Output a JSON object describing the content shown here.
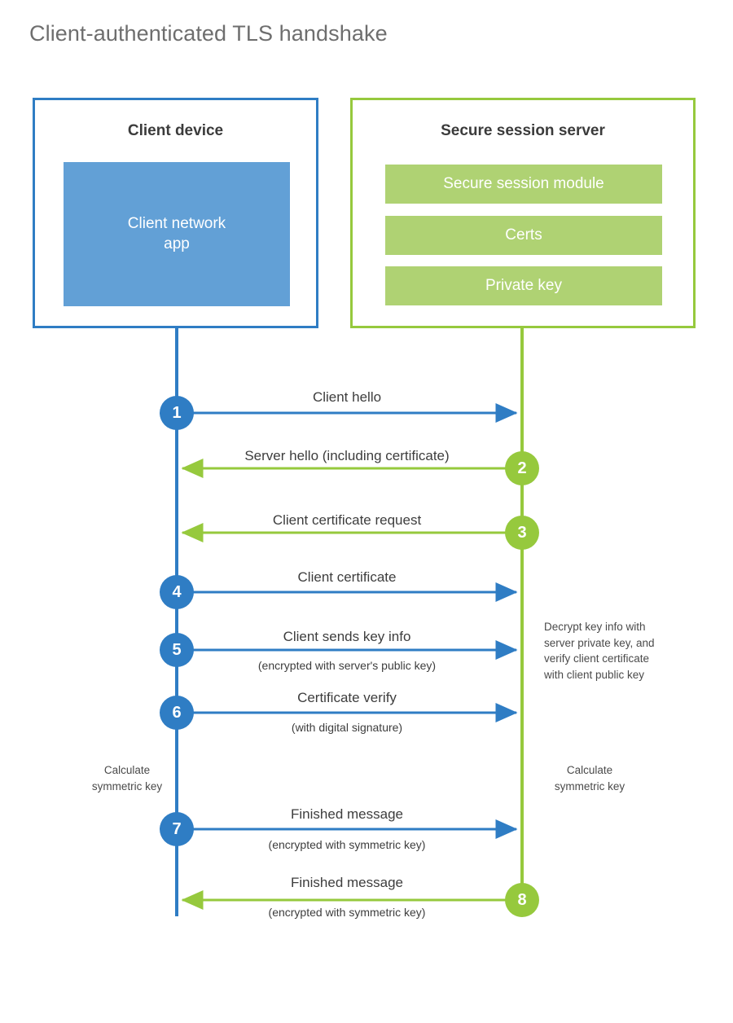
{
  "title": "Client-authenticated TLS handshake",
  "colors": {
    "client_accent": "#2f7dc4",
    "client_fill": "#62a0d6",
    "server_accent": "#96c93d",
    "server_fill": "#afd273",
    "text": "#3d3d3d",
    "title_text": "#6e6e6e",
    "background": "#ffffff"
  },
  "actors": {
    "client": {
      "title": "Client device",
      "components": [
        {
          "label": "Client network\napp"
        }
      ]
    },
    "server": {
      "title": "Secure session server",
      "components": [
        {
          "label": "Secure session module"
        },
        {
          "label": "Certs"
        },
        {
          "label": "Private key"
        }
      ]
    }
  },
  "steps": [
    {
      "number": "1",
      "label": "Client hello",
      "sublabel": "",
      "direction": "client-to-server",
      "origin": "client"
    },
    {
      "number": "2",
      "label": "Server hello (including certificate)",
      "sublabel": "",
      "direction": "server-to-client",
      "origin": "server"
    },
    {
      "number": "3",
      "label": "Client certificate request",
      "sublabel": "",
      "direction": "server-to-client",
      "origin": "server"
    },
    {
      "number": "4",
      "label": "Client certificate",
      "sublabel": "",
      "direction": "client-to-server",
      "origin": "client"
    },
    {
      "number": "5",
      "label": "Client sends key info",
      "sublabel": "(encrypted with server's public key)",
      "direction": "client-to-server",
      "origin": "client"
    },
    {
      "number": "6",
      "label": "Certificate verify",
      "sublabel": "(with digital signature)",
      "direction": "client-to-server",
      "origin": "client"
    },
    {
      "number": "7",
      "label": "Finished message",
      "sublabel": "(encrypted with symmetric key)",
      "direction": "client-to-server",
      "origin": "client"
    },
    {
      "number": "8",
      "label": "Finished message",
      "sublabel": "(encrypted with symmetric key)",
      "direction": "server-to-client",
      "origin": "server"
    }
  ],
  "notes": {
    "server_decrypt": "Decrypt key info with\nserver private key, and\nverify client certificate\nwith client public key",
    "client_calculate": "Calculate\nsymmetric key",
    "server_calculate": "Calculate\nsymmetric key"
  }
}
